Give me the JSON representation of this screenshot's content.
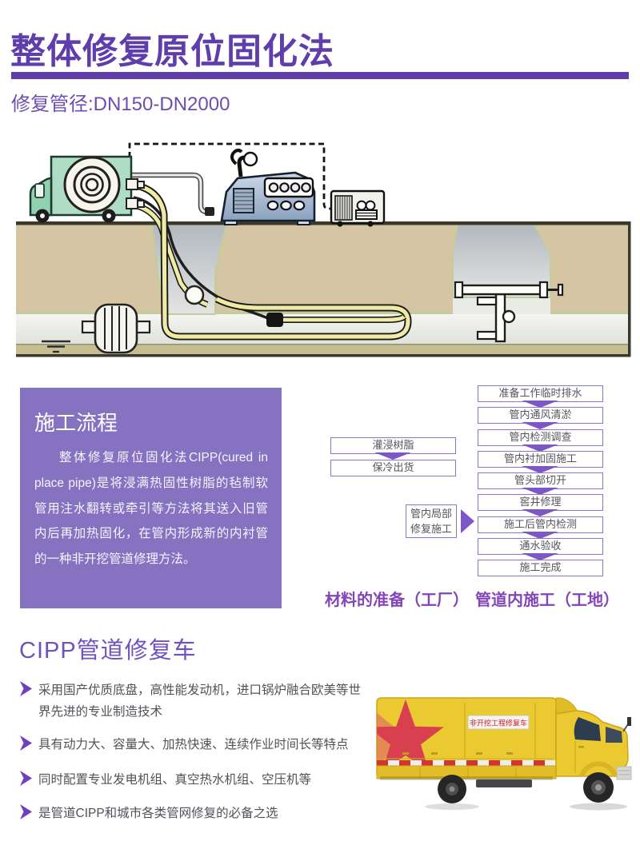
{
  "header": {
    "title": "整体修复原位固化法",
    "subtitle": "修复管径:DN150-DN2000"
  },
  "info_box": {
    "title": "施工流程",
    "body": "整体修复原位固化法CIPP(cured in place pipe)是将浸满热固性树脂的毡制软管用注水翻转或牵引等方法将其送入旧管内后再加热固化，在管内形成新的内衬管的一种非开挖管道修理方法。"
  },
  "flowchart": {
    "factory_steps": [
      "灌浸树脂",
      "保冷出货"
    ],
    "site_steps": [
      "准备工作临时排水",
      "管内通风清淤",
      "管内检测调查",
      "管内衬加固施工",
      "管头部切开",
      "窖井修理",
      "施工后管内检测",
      "通水验收",
      "施工完成"
    ],
    "side_box_line1": "管内局部",
    "side_box_line2": "修复施工",
    "caption_factory": "材料的准备（工厂）",
    "caption_site": "管道内施工（工地）"
  },
  "vehicle": {
    "title": "CIPP管道修复车",
    "bullets": [
      "采用国产优质底盘，高性能发动机，进口锅炉融合欧美等世界先进的专业制造技术",
      "具有动力大、容量大、加热快速、连续作业时间长等特点",
      "同时配置专业发电机组、真空热水机组、空压机等",
      "是管道CIPP和城市各类管网修复的必备之选"
    ],
    "truck_label": "非开挖工程修复车"
  },
  "colors": {
    "title_purple": "#5f3daa",
    "info_box_purple": "#8573c1",
    "flow_border_purple": "#9173cb",
    "flow_arrow_purple": "#7e57c6",
    "caption_purple": "#8445b8",
    "section_title_purple": "#6f51c4",
    "truck_yellow": "#eac931",
    "truck_star_red": "#d84050"
  }
}
